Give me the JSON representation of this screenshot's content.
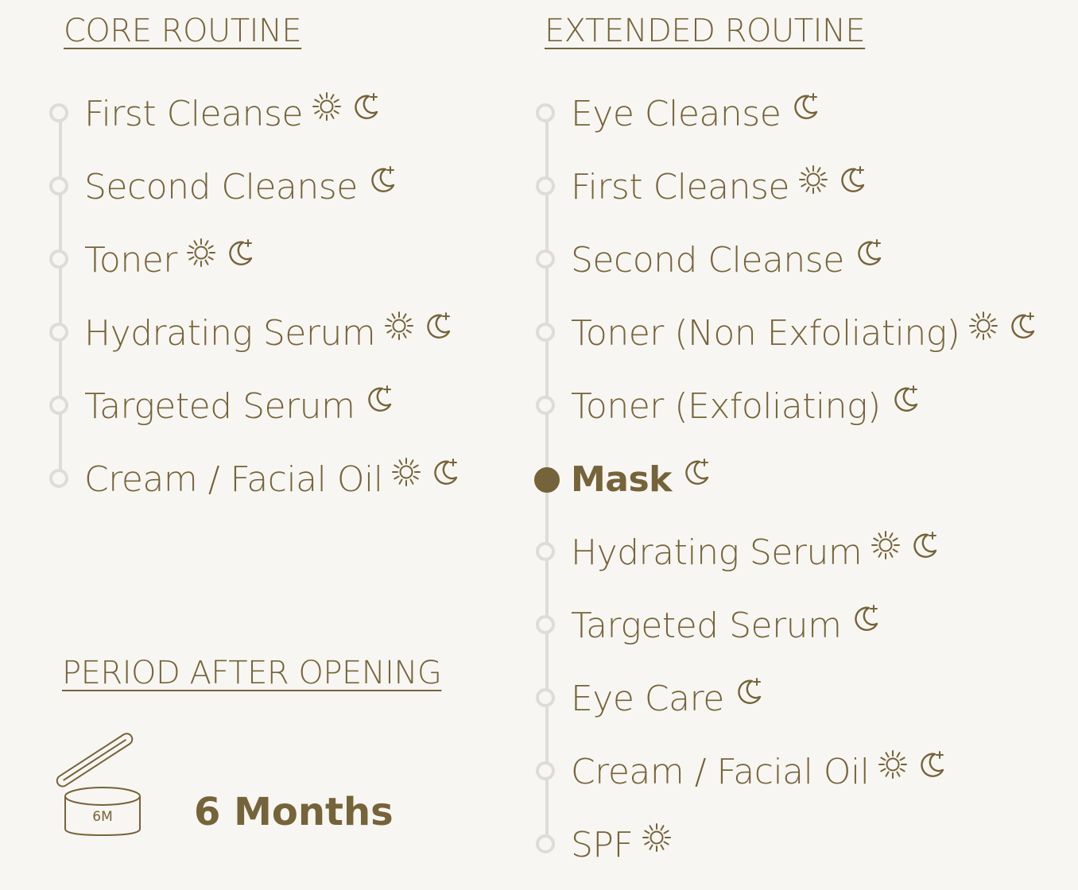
{
  "colors": {
    "accent": "#75633a",
    "rail": "#dedcd9",
    "background": "#f8f6f2"
  },
  "core": {
    "title": "CORE ROUTINE",
    "steps": [
      {
        "label": "First Cleanse",
        "icons": [
          "sun-icon",
          "moon-icon"
        ]
      },
      {
        "label": "Second Cleanse",
        "icons": [
          "moon-icon"
        ]
      },
      {
        "label": "Toner",
        "icons": [
          "sun-icon",
          "moon-icon"
        ]
      },
      {
        "label": "Hydrating Serum",
        "icons": [
          "sun-icon",
          "moon-icon"
        ]
      },
      {
        "label": "Targeted Serum",
        "icons": [
          "moon-icon"
        ]
      },
      {
        "label": "Cream / Facial Oil",
        "icons": [
          "sun-icon",
          "moon-icon"
        ]
      }
    ]
  },
  "extended": {
    "title": "EXTENDED ROUTINE",
    "steps": [
      {
        "label": "Eye Cleanse",
        "icons": [
          "moon-icon"
        ]
      },
      {
        "label": "First Cleanse",
        "icons": [
          "sun-icon",
          "moon-icon"
        ]
      },
      {
        "label": "Second Cleanse",
        "icons": [
          "moon-icon"
        ]
      },
      {
        "label": "Toner (Non Exfoliating)",
        "icons": [
          "sun-icon",
          "moon-icon"
        ]
      },
      {
        "label": "Toner (Exfoliating)",
        "icons": [
          "moon-icon"
        ]
      },
      {
        "label": "Mask",
        "icons": [
          "moon-icon"
        ],
        "active": true
      },
      {
        "label": "Hydrating Serum",
        "icons": [
          "sun-icon",
          "moon-icon"
        ]
      },
      {
        "label": "Targeted Serum",
        "icons": [
          "moon-icon"
        ]
      },
      {
        "label": "Eye Care",
        "icons": [
          "moon-icon"
        ]
      },
      {
        "label": "Cream / Facial Oil",
        "icons": [
          "sun-icon",
          "moon-icon"
        ]
      },
      {
        "label": "SPF",
        "icons": [
          "sun-icon"
        ]
      }
    ]
  },
  "pao": {
    "title": "PERIOD AFTER OPENING",
    "jar_label": "6M",
    "value": "6 Months",
    "icon": "open-jar-icon"
  }
}
